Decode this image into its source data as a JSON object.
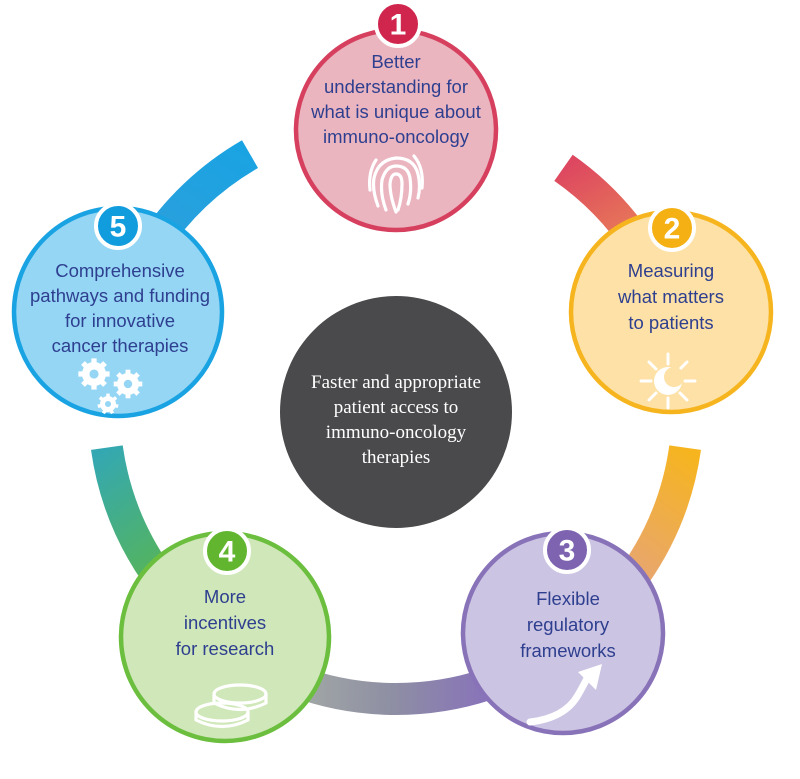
{
  "center": {
    "lines": [
      "Faster and appropriate",
      "patient access to",
      "immuno-oncology",
      "therapies"
    ],
    "color": "#4a4a4c"
  },
  "nodes": [
    {
      "number": "1",
      "lines": [
        "Better",
        "understanding for",
        "what is unique about",
        "immuno-oncology"
      ],
      "icon": "fingerprint-icon",
      "fill": "#ebb5c0",
      "stroke": "#d6405e",
      "badge": "#d0264d"
    },
    {
      "number": "2",
      "lines": [
        "Measuring",
        "what matters",
        "to patients"
      ],
      "icon": "sun-moon-icon",
      "fill": "#fde1a6",
      "stroke": "#f6b51e",
      "badge": "#f5b114"
    },
    {
      "number": "3",
      "lines": [
        "Flexible",
        "regulatory",
        "frameworks"
      ],
      "icon": "upward-arrow-icon",
      "fill": "#ccc4e3",
      "stroke": "#8873b9",
      "badge": "#7d63b0"
    },
    {
      "number": "4",
      "lines": [
        "More",
        "incentives",
        "for research"
      ],
      "icon": "coins-icon",
      "fill": "#cfe7b9",
      "stroke": "#6cbf3e",
      "badge": "#62b62f"
    },
    {
      "number": "5",
      "lines": [
        "Comprehensive",
        "pathways and funding",
        "for innovative",
        "cancer therapies"
      ],
      "icon": "gears-icon",
      "fill": "#95d6f5",
      "stroke": "#1aa3e2",
      "badge": "#119cdd"
    }
  ],
  "ring_colors": {
    "seg_1_2": [
      "#dd4760",
      "#eb8b55",
      "#f6b51e"
    ],
    "seg_2_3": [
      "#f6b51e",
      "#e8a670",
      "#c196b4"
    ],
    "seg_3_4": [
      "#8873b9",
      "#8e8fa3",
      "#a3a9a6"
    ],
    "seg_4_5": [
      "#6cbf3e",
      "#55b45c",
      "#34a8b2"
    ],
    "seg_5_1": [
      "#1aa3e2",
      "#2d9fdc",
      "#1aa3e2"
    ]
  }
}
